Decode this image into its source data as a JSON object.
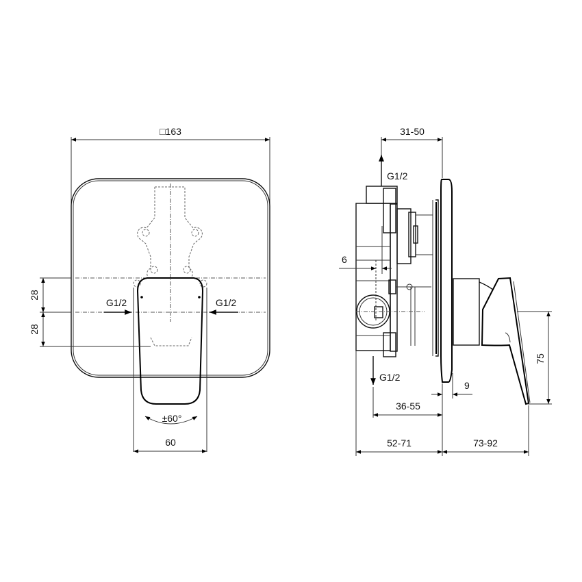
{
  "drawing": {
    "front_view": {
      "plate_size_label": "□163",
      "left_dim_upper": "28",
      "left_dim_lower": "28",
      "inlet_left_label": "G1/2",
      "inlet_right_label": "G1/2",
      "rotation_label": "±60°",
      "lever_width_label": "60"
    },
    "side_view": {
      "top_dim_label": "31-50",
      "top_outlet_label": "G1/2",
      "bottom_outlet_label": "G1/2",
      "offset_dim_label": "6",
      "plate_thickness_label": "9",
      "lever_height_label": "75",
      "depth_dim_label": "36-55",
      "body_depth_label": "52-71",
      "projection_label": "73-92"
    }
  }
}
